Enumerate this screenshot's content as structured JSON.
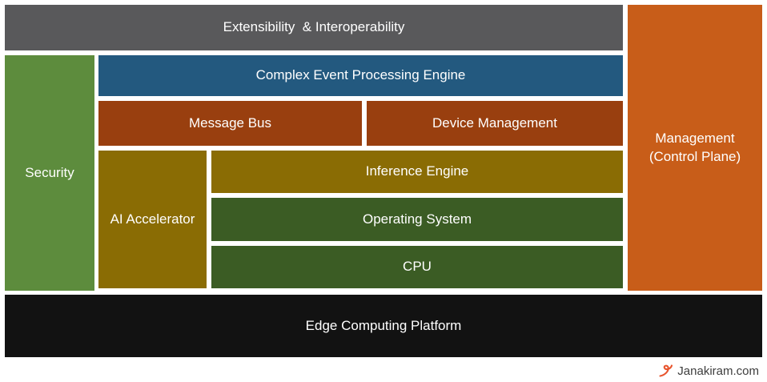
{
  "diagram": {
    "blocks": {
      "extensibility": {
        "label": "Extensibility  & Interoperability",
        "color": "#59595b"
      },
      "security": {
        "label": "Security",
        "color": "#5d8c3d"
      },
      "cep": {
        "label": "Complex Event Processing Engine",
        "color": "#23597f"
      },
      "message_bus": {
        "label": "Message Bus",
        "color": "#993f0f"
      },
      "device_management": {
        "label": "Device Management",
        "color": "#993f0f"
      },
      "ai_accelerator": {
        "label": "AI Accelerator",
        "color": "#8a6c04"
      },
      "inference_engine": {
        "label": "Inference Engine",
        "color": "#8a6c04"
      },
      "operating_system": {
        "label": "Operating System",
        "color": "#3b5c24"
      },
      "cpu": {
        "label": "CPU",
        "color": "#3b5c24"
      },
      "management": {
        "label": "Management (Control Plane)",
        "color": "#c85d19"
      },
      "edge_platform": {
        "label": "Edge Computing Platform",
        "color": "#121212"
      }
    },
    "footer": {
      "brand": "Janakiram.com",
      "logo_color": "#e8552e"
    }
  }
}
